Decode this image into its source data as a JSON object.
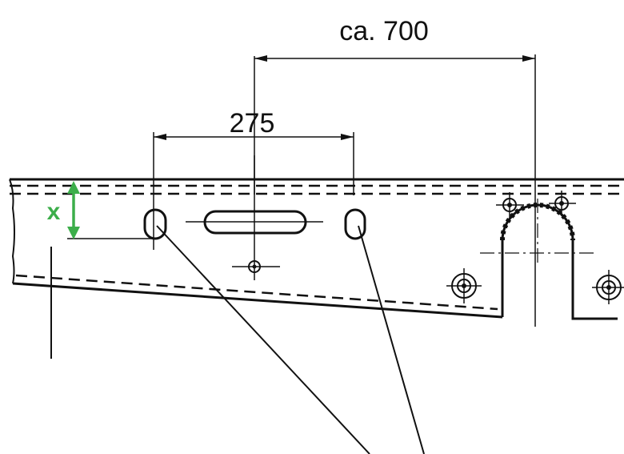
{
  "dimensions": {
    "overall": "ca. 700",
    "slot_spacing": "275",
    "height_marker": "x"
  },
  "colors": {
    "line": "#111111",
    "marker": "#3cae4a"
  }
}
